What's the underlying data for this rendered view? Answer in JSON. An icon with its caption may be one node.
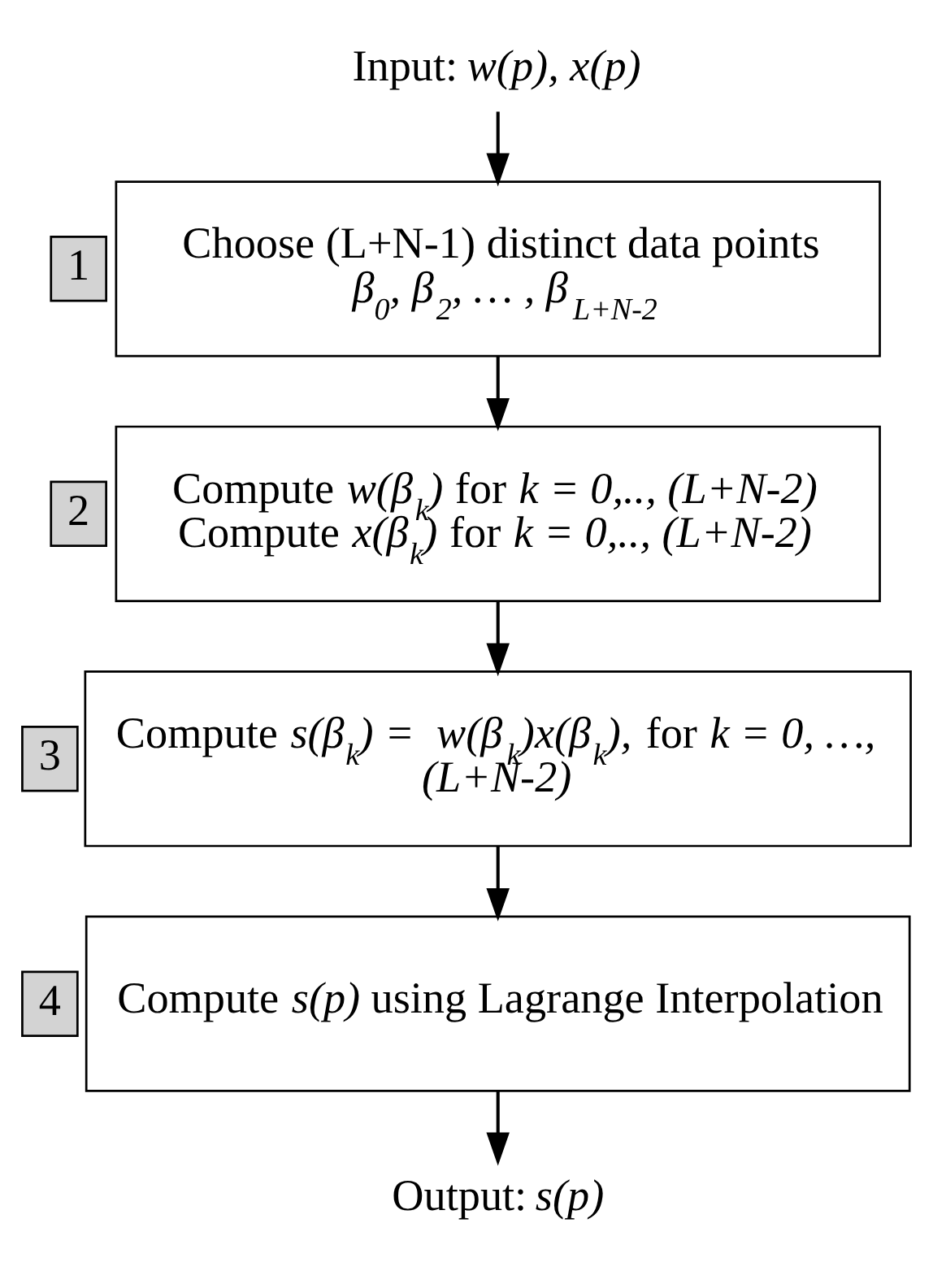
{
  "diagram": {
    "nodes": [
      {
        "text": [
          "Input: *w(p), x(p)*"
        ]
      },
      {
        "text": [
          "1"
        ]
      },
      {
        "text": [
          "Choose (L+N-1) distinct data points",
          "*β$_{0}$, β$_{2}$, … , β$_{L+N-2}$*"
        ]
      },
      {
        "text": [
          "2"
        ]
      },
      {
        "text": [
          "Compute *w(β$_{k}$)* for *k = 0,.., (L+N-2)*",
          "Compute *x(β$_{k}$)* for *k = 0,.., (L+N-2)*"
        ]
      },
      {
        "text": [
          "3"
        ]
      },
      {
        "text": [
          "Compute *s(β$_{k}$) =  w(β$_{k}$)x(β$_{k}$),* for *k = 0, …, (L+N-2)*"
        ]
      },
      {
        "text": [
          "4"
        ]
      },
      {
        "text": [
          "Compute *s(p)* using Lagrange Interpolation"
        ]
      },
      {
        "text": [
          "Output: *s(p)*"
        ]
      }
    ],
    "edges": [
      {
        "from": 0,
        "to": 2,
        "arrow": "to"
      },
      {
        "from": 2,
        "to": 4,
        "arrow": "to"
      },
      {
        "from": 4,
        "to": 6,
        "arrow": "to"
      },
      {
        "from": 6,
        "to": 8,
        "arrow": "to"
      },
      {
        "from": 8,
        "to": 9,
        "arrow": "to"
      }
    ]
  }
}
